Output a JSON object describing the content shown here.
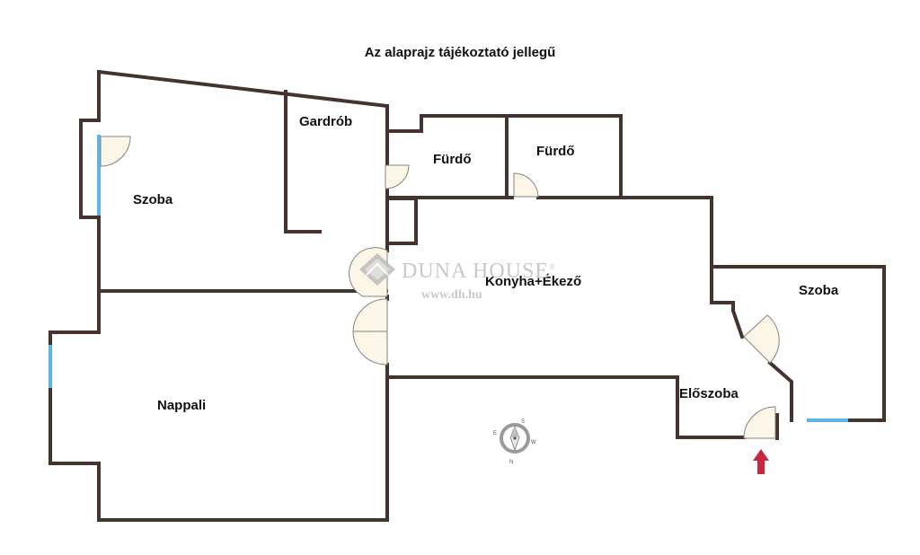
{
  "title": "Az alaprajz tájékoztató jellegű",
  "rooms": {
    "szoba_left": "Szoba",
    "gardrob": "Gardrób",
    "furdo_1": "Fürdő",
    "furdo_2": "Fürdő",
    "konyha": "Konyha+Ékező",
    "szoba_right": "Szoba",
    "eloszoba": "Előszoba",
    "nappali": "Nappali"
  },
  "watermark": {
    "brand": "DUNA HOUSE",
    "registered": "®",
    "url": "www.dh.hu"
  },
  "colors": {
    "wall": "#45332f",
    "window": "#5fb4e3",
    "door_fill": "#fcf6e9",
    "entrance_arrow": "#c8283f",
    "watermark": "#c9c9c9"
  },
  "icons": {
    "compass": "compass-icon",
    "entrance": "entrance-arrow-icon",
    "logo": "duna-house-logo-icon"
  }
}
